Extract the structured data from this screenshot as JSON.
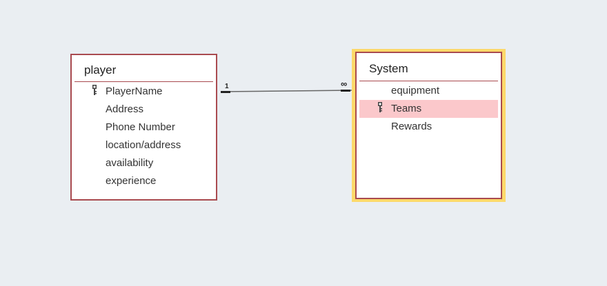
{
  "tables": [
    {
      "name": "player",
      "fields": [
        {
          "label": "PlayerName",
          "is_key": true,
          "selected": false
        },
        {
          "label": "Address",
          "is_key": false,
          "selected": false
        },
        {
          "label": "Phone Number",
          "is_key": false,
          "selected": false
        },
        {
          "label": "location/address",
          "is_key": false,
          "selected": false
        },
        {
          "label": "availability",
          "is_key": false,
          "selected": false
        },
        {
          "label": "experience",
          "is_key": false,
          "selected": false
        }
      ]
    },
    {
      "name": "System",
      "fields": [
        {
          "label": "equipment",
          "is_key": false,
          "selected": false
        },
        {
          "label": "Teams",
          "is_key": true,
          "selected": true
        },
        {
          "label": "Rewards",
          "is_key": false,
          "selected": false
        }
      ]
    }
  ],
  "relationship": {
    "from_cardinality": "1",
    "to_cardinality": "∞"
  },
  "colors": {
    "background": "#eaeef2",
    "table_border": "#a94a4f",
    "selection_focus": "#fcd96a",
    "selected_row": "#fbc8cb"
  }
}
